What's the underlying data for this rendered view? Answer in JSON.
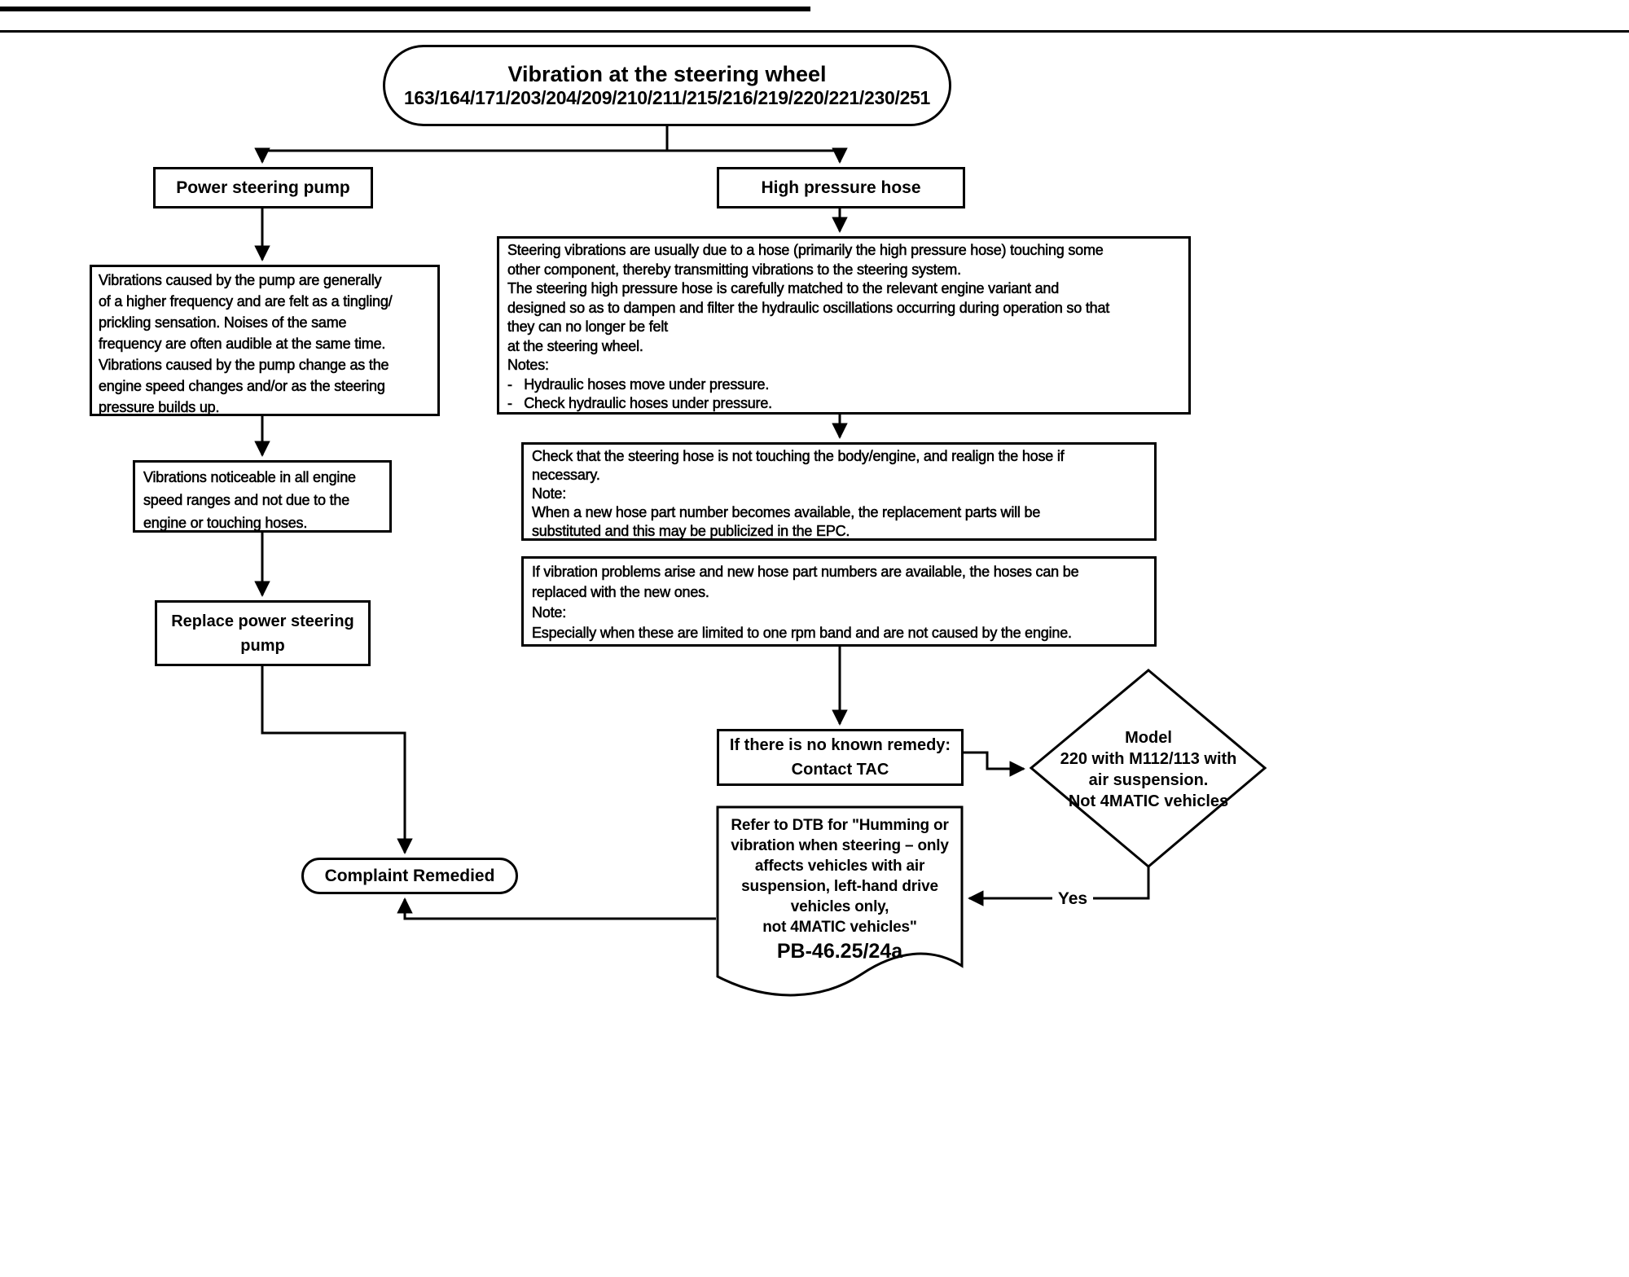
{
  "title_node": {
    "line1": "Vibration at the steering wheel",
    "line2": "163/164/171/203/204/209/210/211/215/216/219/220/221/230/251"
  },
  "left_branch": {
    "header": "Power steering pump",
    "pump_description": "Vibrations caused by the pump are generally\nof a higher frequency and are felt as a tingling/\nprickling sensation. Noises of the same\nfrequency are often audible at the same time.\nVibrations caused by the pump change as the\nengine speed changes and/or as the steering\npressure builds up.",
    "vibrations_noticeable": "Vibrations noticeable in all engine\nspeed ranges and not due to the\nengine or touching hoses.",
    "replace_pump": "Replace power steering\npump"
  },
  "right_branch": {
    "header": "High pressure hose",
    "hose_description": "Steering vibrations are usually due to a hose (primarily the high pressure hose) touching some\nother component, thereby transmitting vibrations to the steering system.\nThe steering high pressure hose is carefully matched to the relevant engine variant and\ndesigned so as to dampen and filter the hydraulic oscillations occurring during operation so that\nthey can no longer be felt\nat the steering wheel.\nNotes:\n-   Hydraulic hoses move under pressure.\n-   Check hydraulic hoses under pressure.",
    "check_hose": "Check that the steering hose is not touching the body/engine, and realign the hose if\nnecessary.\nNote:\nWhen a new hose part number becomes available, the replacement parts will be\nsubstituted and this may be publicized in the EPC.",
    "vibration_problems": "If vibration problems arise and new hose part numbers are available, the hoses can be\nreplaced with the new ones.\nNote:\nEspecially when these are limited to one rpm band and are not caused by the engine.",
    "contact_tac": "If there is no known remedy:\nContact TAC"
  },
  "decision": {
    "text": "Model\n220 with M112/113 with\nair suspension.\nNot 4MATIC vehicles",
    "yes_label": "Yes"
  },
  "document_node": {
    "text": "Refer to DTB for \"Humming or\nvibration when steering – only\naffects vehicles with air\nsuspension, left-hand drive\nvehicles only,\nnot 4MATIC vehicles\"",
    "ref": "PB-46.25/24a"
  },
  "terminal": {
    "complaint_remedied": "Complaint Remedied"
  },
  "colors": {
    "line": "#000000",
    "background": "#ffffff"
  }
}
